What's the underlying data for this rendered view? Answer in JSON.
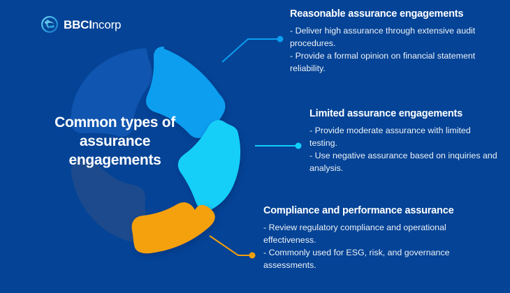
{
  "brand": {
    "logo_icon": "swirl-circle-icon",
    "name_bold": "BBCI",
    "name_regular": "ncorp"
  },
  "center": {
    "title": "Common types of assurance engagements"
  },
  "colors": {
    "background": "#044396",
    "segment_reasonable": "#0B9EF0",
    "segment_limited": "#12CFF8",
    "segment_compliance": "#F5A00A",
    "segment_muted_upper": "#1055AF",
    "segment_muted_lower": "#1C4A8C",
    "heading_text": "#FFFFFF",
    "body_text": "#EEF2F7"
  },
  "callouts": [
    {
      "heading": "Reasonable assurance engagements",
      "lines": [
        "- Deliver high assurance through extensive audit procedures.",
        "- Provide a formal opinion on financial statement reliability."
      ],
      "connector_color": "#0B9EF0"
    },
    {
      "heading": "Limited assurance engagements",
      "lines": [
        "- Provide moderate assurance with limited testing.",
        "- Use negative assurance based on inquiries and analysis."
      ],
      "connector_color": "#12CFF8"
    },
    {
      "heading": "Compliance and performance assurance",
      "lines": [
        "- Review regulatory compliance and operational effectiveness.",
        "- Commonly used for ESG, risk, and governance assessments."
      ],
      "connector_color": "#F5A00A"
    }
  ]
}
